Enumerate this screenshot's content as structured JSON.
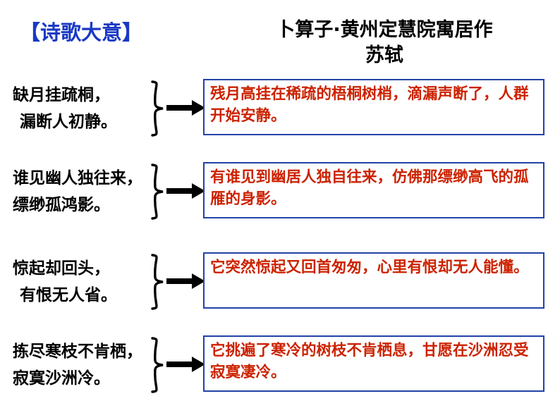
{
  "header": {
    "section_label": "【诗歌大意】",
    "section_label_color": "#1a39c4",
    "poem_title": "卜算子·黄州定慧院寓居作",
    "poem_author": "苏轼",
    "title_color": "#000000"
  },
  "colors": {
    "translation_text": "#cc2200",
    "box_border": "#2342a8",
    "background": "#ffffff",
    "original_text": "#000000"
  },
  "rows": [
    {
      "original_line_1": "缺月挂疏桐，",
      "original_line_2": "漏断人初静。",
      "connector": "brace-right",
      "arrow": "arrow-right",
      "translation": "残月高挂在稀疏的梧桐树梢，滴漏声断了，人群开始安静。"
    },
    {
      "original_line_1": "谁见幽人独往来，",
      "original_line_2": "缥缈孤鸿影。",
      "connector": "brace-right",
      "arrow": "arrow-right",
      "translation": "有谁见到幽居人独自往来，仿佛那缥缈高飞的孤雁的身影。"
    },
    {
      "original_line_1": "惊起却回头，",
      "original_line_2": "有恨无人省。",
      "connector": "brace-right",
      "arrow": "arrow-right",
      "translation": "它突然惊起又回首匆匆，心里有恨却无人能懂。"
    },
    {
      "original_line_1": "拣尽寒枝不肯栖，",
      "original_line_2": "寂寞沙洲冷。",
      "connector": "brace-right",
      "arrow": "arrow-right",
      "translation": "它挑遍了寒冷的树枝不肯栖息，甘愿在沙洲忍受寂寞凄冷。"
    }
  ]
}
